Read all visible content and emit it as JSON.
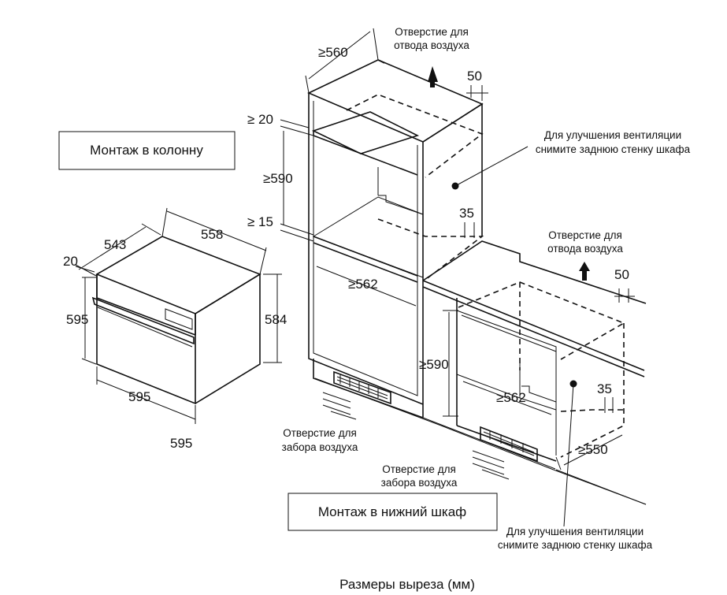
{
  "boxes": {
    "column_mount": "Монтаж в колонну",
    "undercounter_mount": "Монтаж в нижний шкаф"
  },
  "caption": "Размеры выреза (мм)",
  "oven_dimensions": {
    "depth_top": "543",
    "width_top": "558",
    "front_offset": "20",
    "height_front": "595",
    "height_side": "584",
    "width_front": "595",
    "width_bottom": "595"
  },
  "column_dimensions": {
    "depth": "≥560",
    "top_gap": "≥ 20",
    "niche_height": "≥590",
    "bottom_gap": "≥ 15",
    "niche_width": "≥562",
    "rear_gap": "50",
    "side_gap": "35"
  },
  "cabinet_dimensions": {
    "niche_height": "≥590",
    "niche_width": "≥562",
    "depth": "≥550",
    "rear_gap": "50",
    "side_gap": "35"
  },
  "notes": {
    "exhaust_1_line1": "Отверстие для",
    "exhaust_1_line2": "отвода воздуха",
    "vent_1_line1": "Для улучшения вентиляции",
    "vent_1_line2": "снимите заднюю стенку шкафа",
    "exhaust_2_line1": "Отверстие для",
    "exhaust_2_line2": "отвода воздуха",
    "intake_1_line1": "Отверстие для",
    "intake_1_line2": "забора воздуха",
    "intake_2_line1": "Отверстие для",
    "intake_2_line2": "забора воздуха",
    "vent_2_line1": "Для улучшения вентиляции",
    "vent_2_line2": "снимите заднюю стенку шкафа"
  }
}
